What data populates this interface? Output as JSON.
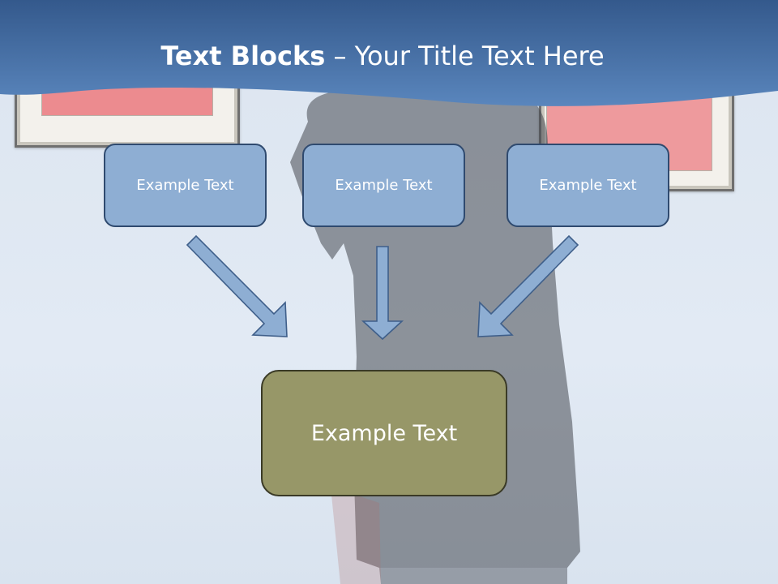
{
  "slide": {
    "title_bold": "Text Blocks",
    "title_separator": " – ",
    "title_rest": "Your Title Text Here"
  },
  "blocks": [
    {
      "label": "Example Text"
    },
    {
      "label": "Example Text"
    },
    {
      "label": "Example Text"
    }
  ],
  "result_block": {
    "label": "Example Text"
  },
  "colors": {
    "header": "#3f6aa3",
    "block_fill": "#8eaed3",
    "block_border": "#2f4a6f",
    "result_fill": "#979768",
    "result_border": "#3a3a26",
    "arrow_fill": "#8eaed3",
    "arrow_stroke": "#3f5f8a"
  }
}
